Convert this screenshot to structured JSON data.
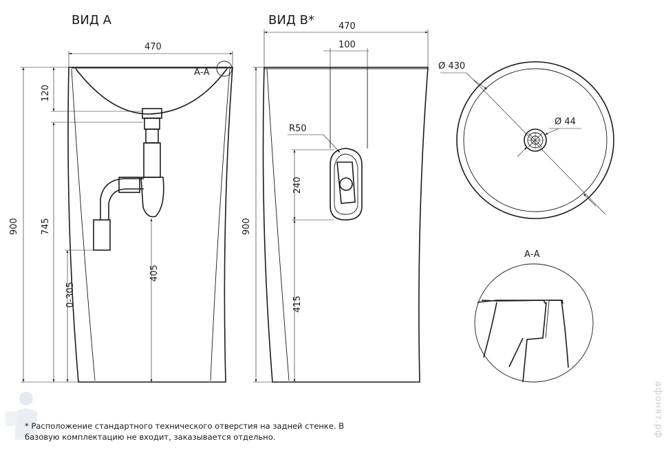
{
  "views": {
    "a_title": "ВИД А",
    "b_title": "ВИД В*",
    "section_label": "А-А",
    "section_title": "А-А"
  },
  "view_a": {
    "width": "470",
    "height": "900",
    "bowl_depth": "120",
    "lower_height": "745",
    "drain_height": "405",
    "floor_range": "0-305"
  },
  "view_b": {
    "width": "470",
    "hole_width": "100",
    "radius": "R50",
    "height": "900",
    "hole_height": "240",
    "hole_offset": "415"
  },
  "top_view": {
    "outer_diameter": "Ø 430",
    "drain_diameter": "Ø 44"
  },
  "footnote": {
    "line1": "* Расположение стандартного технического отверстия на задней стенке. В",
    "line2": "базовую комплектацию не входит, заказывается отдельно."
  },
  "watermark": "афонят.рф"
}
